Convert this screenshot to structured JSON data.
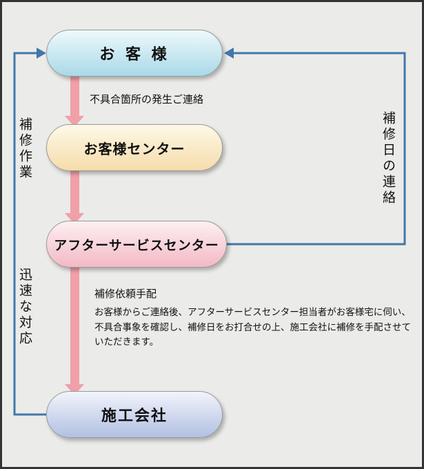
{
  "nodes": {
    "customer": {
      "label": "お 客 様"
    },
    "center": {
      "label": "お客様センター"
    },
    "after": {
      "label": "アフターサービスセンター"
    },
    "construction": {
      "label": "施工会社"
    }
  },
  "annotations": {
    "defect_notice": "不具合箇所の発生ご連絡",
    "repair_request": "補修依頼手配",
    "description": "お客様からご連絡後、アフターサービスセンター担当者がお客様宅に伺い、不具合事象を確認し、補修日をお打合せの上、施工会社に補修を手配させていただきます。",
    "left_top": "補修作業",
    "left_bottom": "迅速な対応",
    "right_side": "補修日の連絡"
  },
  "colors": {
    "background": "#ebebe9",
    "frame": "#333333",
    "text": "#111111",
    "pink_arrow": "#f0a0a8",
    "blue_line": "#4277ab",
    "customer_top": "#eef9fc",
    "customer_bottom": "#a9d9e8",
    "center_top": "#fdf9e8",
    "center_bottom": "#f6dcaa",
    "after_top": "#fdf0f2",
    "after_bottom": "#f3b9c5",
    "construction_top": "#f1f4fb",
    "construction_bottom": "#b2c0e2"
  }
}
